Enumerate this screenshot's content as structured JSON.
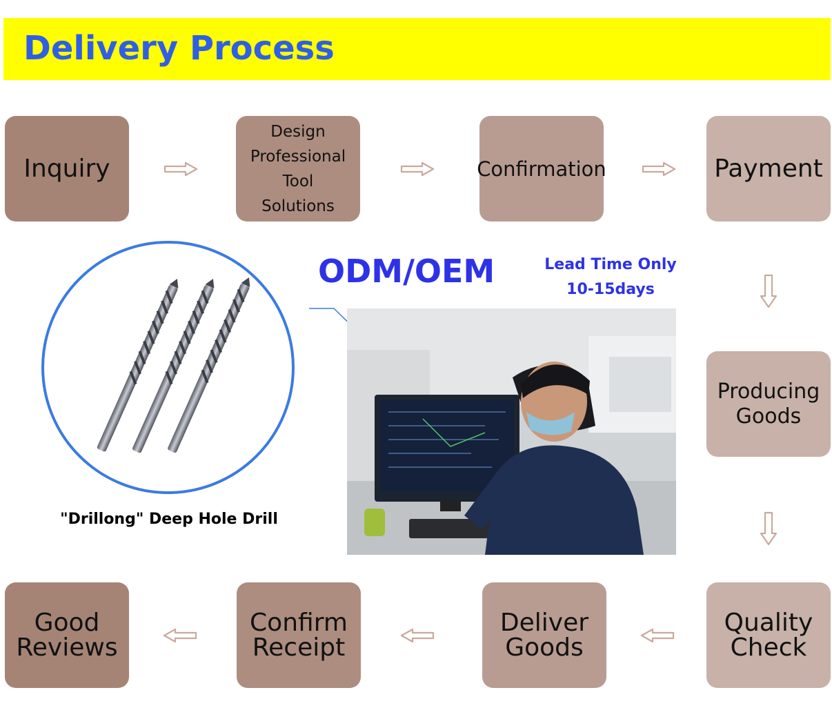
{
  "header": {
    "title": "Delivery Process"
  },
  "steps": {
    "inquiry": "Inquiry",
    "design": "Design\nProfessional\nTool\nSolutions",
    "confirmation": "Confirmation",
    "payment": "Payment",
    "producing": "Producing\nGoods",
    "quality": "Quality\nCheck",
    "deliver": "Deliver\nGoods",
    "receipt": "Confirm\nReceipt",
    "reviews": "Good\nReviews"
  },
  "center": {
    "odm_label": "ODM/OEM",
    "lead_time": "Lead Time Only\n10-15days",
    "product_caption": "\"Drillong\" Deep Hole Drill"
  },
  "colors": {
    "banner": "#ffff00",
    "title": "#2f5fe6",
    "accent_text": "#2e32e6",
    "circle_border": "#3b7be0",
    "arrow": "#c9a99b"
  },
  "icons": {
    "flow_arrow": "outlined-arrow",
    "product": "drill-bit-illustration",
    "photo": "engineer-at-cad-workstation"
  }
}
